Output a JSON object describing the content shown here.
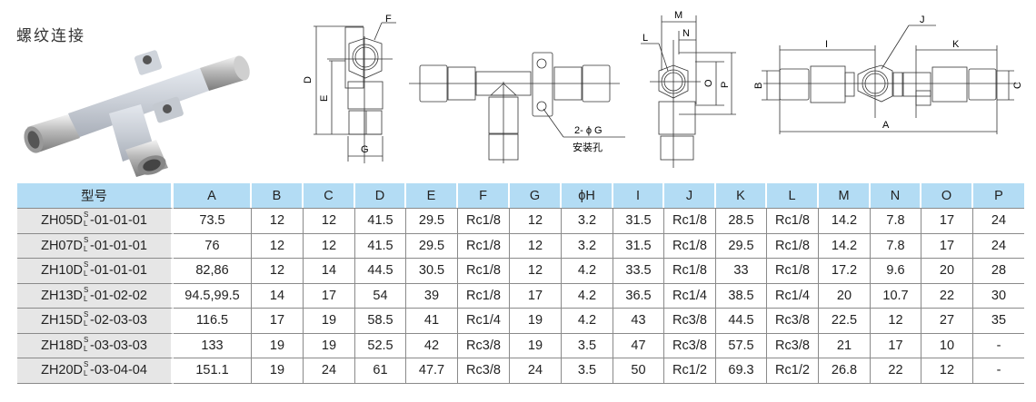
{
  "title": "螺纹连接",
  "drawing_labels": {
    "side_view": {
      "F": "F",
      "D": "D",
      "E": "E",
      "G": "G"
    },
    "front_view": {
      "hole_spec": "2- ϕ G",
      "hole_note": "安装孔"
    },
    "end_view": {
      "M": "M",
      "N": "N",
      "L": "L",
      "O": "O",
      "P": "P"
    },
    "top_view": {
      "I": "I",
      "J": "J",
      "K": "K",
      "A": "A",
      "B": "B",
      "C": "C"
    }
  },
  "table": {
    "headers": [
      "型号",
      "A",
      "B",
      "C",
      "D",
      "E",
      "F",
      "G",
      "ϕH",
      "I",
      "J",
      "K",
      "L",
      "M",
      "N",
      "O",
      "P"
    ],
    "model_suffix_upper": "S",
    "model_suffix_lower": "L",
    "rows": [
      {
        "model_prefix": "ZH05D",
        "model_code": "-01-01-01",
        "values": [
          "73.5",
          "12",
          "12",
          "41.5",
          "29.5",
          "Rc1/8",
          "12",
          "3.2",
          "31.5",
          "Rc1/8",
          "28.5",
          "Rc1/8",
          "14.2",
          "7.8",
          "17",
          "24"
        ]
      },
      {
        "model_prefix": "ZH07D",
        "model_code": "-01-01-01",
        "values": [
          "76",
          "12",
          "12",
          "41.5",
          "29.5",
          "Rc1/8",
          "12",
          "3.2",
          "31.5",
          "Rc1/8",
          "29.5",
          "Rc1/8",
          "14.2",
          "7.8",
          "17",
          "24"
        ]
      },
      {
        "model_prefix": "ZH10D",
        "model_code": "-01-01-01",
        "values": [
          "82,86",
          "12",
          "14",
          "44.5",
          "30.5",
          "Rc1/8",
          "12",
          "4.2",
          "33.5",
          "Rc1/8",
          "33",
          "Rc1/8",
          "17.2",
          "9.6",
          "20",
          "28"
        ]
      },
      {
        "model_prefix": "ZH13D",
        "model_code": "-01-02-02",
        "values": [
          "94.5,99.5",
          "14",
          "17",
          "54",
          "39",
          "Rc1/8",
          "17",
          "4.2",
          "36.5",
          "Rc1/4",
          "38.5",
          "Rc1/4",
          "20",
          "10.7",
          "22",
          "30"
        ]
      },
      {
        "model_prefix": "ZH15D",
        "model_code": "-02-03-03",
        "values": [
          "116.5",
          "17",
          "19",
          "58.5",
          "41",
          "Rc1/4",
          "19",
          "4.2",
          "43",
          "Rc3/8",
          "44.5",
          "Rc3/8",
          "22.5",
          "12",
          "27",
          "35"
        ]
      },
      {
        "model_prefix": "ZH18D",
        "model_code": "-03-03-03",
        "values": [
          "133",
          "19",
          "19",
          "52.5",
          "42",
          "Rc3/8",
          "19",
          "3.5",
          "47",
          "Rc3/8",
          "57.5",
          "Rc3/8",
          "21",
          "17",
          "10",
          "-"
        ]
      },
      {
        "model_prefix": "ZH20D",
        "model_code": "-03-04-04",
        "values": [
          "151.1",
          "19",
          "24",
          "61",
          "47.7",
          "Rc3/8",
          "24",
          "3.5",
          "50",
          "Rc1/2",
          "69.3",
          "Rc1/2",
          "26.8",
          "22",
          "12",
          "-"
        ]
      }
    ]
  },
  "colors": {
    "header_bg": "#b3dcf4",
    "model_bg": "#e6e6e6",
    "grid": "#8a8a8a"
  }
}
